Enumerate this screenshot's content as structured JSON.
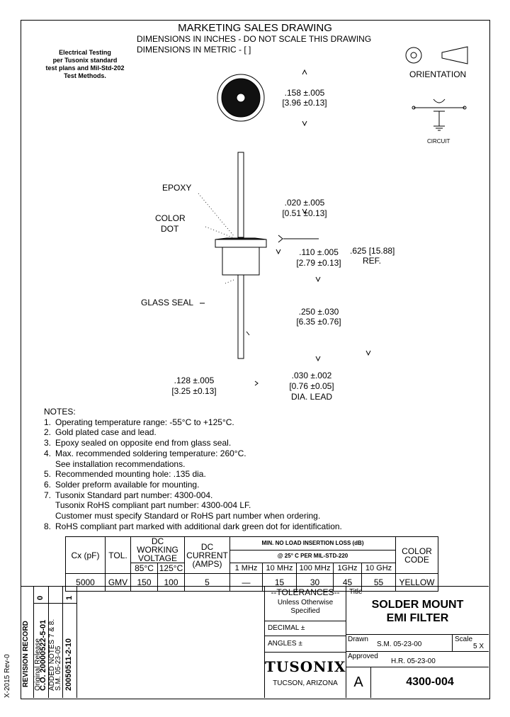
{
  "header": {
    "title": "MARKETING SALES DRAWING",
    "line2": "DIMENSIONS IN INCHES - DO NOT SCALE THIS DRAWING",
    "line3": "DIMENSIONS IN METRIC - [  ]"
  },
  "testing_note": [
    "Electrical Testing",
    "per Tusonix standard",
    "test plans and Mil-Std-202",
    "Test Methods."
  ],
  "orientation_label": "ORIENTATION",
  "circuit_label": "CIRCUIT",
  "callouts": {
    "epoxy": "EPOXY",
    "color_dot_1": "COLOR",
    "color_dot_2": "DOT",
    "glass_seal": "GLASS SEAL"
  },
  "dims": {
    "d158": ".158 ±.005",
    "d158m": "[3.96 ±0.13]",
    "d020": ".020 ±.005",
    "d020m": "[0.51 ±0.13]",
    "d110": ".110 ±.005",
    "d110m": "[2.79 ±0.13]",
    "d625": ".625 [15.88]",
    "d625ref": "REF.",
    "d250": ".250 ±.030",
    "d250m": "[6.35 ±0.76]",
    "d128": ".128 ±.005",
    "d128m": "[3.25 ±0.13]",
    "d030": ".030 ±.002",
    "d030m": "[0.76 ±0.05]",
    "dialead": "DIA. LEAD"
  },
  "notes_title": "NOTES:",
  "notes": [
    {
      "n": "1.",
      "text": "Operating temperature range: -55°C to +125°C."
    },
    {
      "n": "2.",
      "text": "Gold plated case and lead."
    },
    {
      "n": "3.",
      "text": "Epoxy sealed on opposite end from glass seal."
    },
    {
      "n": "4.",
      "text": "Max. recommended soldering temperature: 260°C."
    },
    {
      "n": "",
      "text": "See installation recommendations."
    },
    {
      "n": "5.",
      "text": "Recommended mounting hole: .135 dia."
    },
    {
      "n": "6.",
      "text": "Solder preform available for mounting."
    },
    {
      "n": "7.",
      "text": "Tusonix Standard part number:  4300-004."
    },
    {
      "n": "",
      "text": "Tusonix RoHS compliant part number:  4300-004  LF."
    },
    {
      "n": "",
      "text": "Customer must specify Standard or RoHS part number when ordering."
    },
    {
      "n": "8.",
      "text": "RoHS compliant part marked with additional dark green dot for identification."
    }
  ],
  "table": {
    "h_cx": "Cx (pF)",
    "h_tol": "TOL.",
    "h_dcw1": "DC WORKING",
    "h_dcw2": "VOLTAGE",
    "h_dcc1": "DC",
    "h_dcc2": "CURRENT",
    "h_dcc3": "(AMPS)",
    "h_loss1": "MIN. NO LOAD INSERTION LOSS (dB)",
    "h_loss2": "@ 25° C PER MIL-STD-220",
    "h_color1": "COLOR",
    "h_color2": "CODE",
    "h_85": "85°C",
    "h_125": "125°C",
    "freqs": [
      "1 MHz",
      "10 MHz",
      "100 MHz",
      "1GHz",
      "10 GHz"
    ],
    "row": {
      "cx": "5000",
      "tol": "GMV",
      "v85": "150",
      "v125": "100",
      "amps": "5",
      "losses": [
        "—",
        "15",
        "30",
        "45",
        "55"
      ],
      "color": "YELLOW"
    }
  },
  "revision": {
    "title": "REVISION RECORD",
    "rev0": "0",
    "rev0_l1": "Original Release",
    "rev0_l2": "C.O. 20000522-5-01",
    "rev1": "1",
    "rev1_l1": "ADDED NOTES 7 & 8.",
    "rev1_l2": "S.M. 05-23-05",
    "rev1_co": "20050511-2-10",
    "form": "X-2015 Rev-0"
  },
  "title_block": {
    "tolerances": "--TOLERANCES--",
    "unless1": "Unless Otherwise",
    "unless2": "Specified",
    "decimal": "DECIMAL ±",
    "angles": "ANGLES ±",
    "company_logo": "TUSONIX",
    "company_loc": "TUCSON, ARIZONA",
    "title_label": "Title",
    "title1": "SOLDER MOUNT",
    "title2": "EMI FILTER",
    "drawn_label": "Drawn",
    "drawn_value": "S.M. 05-23-00",
    "scale_label": "Scale",
    "scale_value": "5 X",
    "approved_label": "Approved",
    "approved_value": "H.R. 05-23-00",
    "size": "A",
    "part_no": "4300-004"
  }
}
